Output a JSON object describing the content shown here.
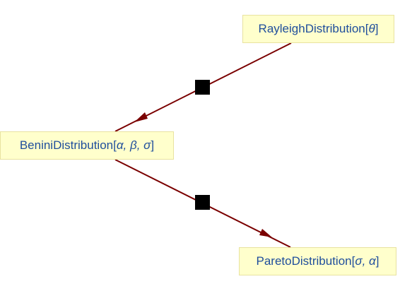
{
  "colors": {
    "edge": "#7a0000",
    "node_fill": "#ffffcc",
    "node_border": "#e8e2a0",
    "node_text": "#1f4e9c",
    "marker": "#000000"
  },
  "nodes": {
    "rayleigh": {
      "name": "RayleighDistribution",
      "params": "θ"
    },
    "benini": {
      "name": "BeniniDistribution",
      "params": "α, β, σ"
    },
    "pareto": {
      "name": "ParetoDistribution",
      "params": "σ, α"
    }
  },
  "edges": [
    {
      "from": "rayleigh",
      "to": "benini",
      "marker": "filled-square"
    },
    {
      "from": "benini",
      "to": "pareto",
      "marker": "filled-square"
    }
  ]
}
